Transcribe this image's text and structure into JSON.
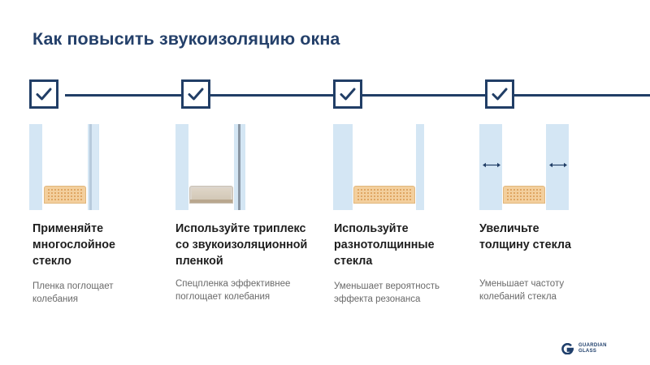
{
  "slide": {
    "title": "Как повысить звукоизоляцию окна",
    "colors": {
      "accent": "#213e66",
      "glass": "#d4e6f4",
      "spacer": "#f3cf9d"
    },
    "steps": [
      {
        "icon": "check-icon",
        "heading_lines": [
          "Применяйте",
          "многослойное",
          "стекло"
        ],
        "desc_lines": [
          "Пленка поглощает",
          "колебания"
        ]
      },
      {
        "icon": "check-icon",
        "heading_lines": [
          "Используйте триплекс",
          "со звукоизоляционной",
          "пленкой"
        ],
        "desc_lines": [
          "Спецпленка эффективнее",
          "поглощает колебания"
        ]
      },
      {
        "icon": "check-icon",
        "heading_lines": [
          "Используйте",
          "разнотолщинные",
          "стекла"
        ],
        "desc_lines": [
          "Уменьшает вероятность",
          "эффекта резонанса"
        ]
      },
      {
        "icon": "check-icon",
        "heading_lines": [
          "Увеличьте",
          "толщину стекла"
        ],
        "desc_lines": [
          "Уменьшает частоту",
          "колебаний стекла"
        ]
      }
    ],
    "logo": {
      "line1": "GUARDIAN",
      "line2": "GLASS"
    }
  }
}
